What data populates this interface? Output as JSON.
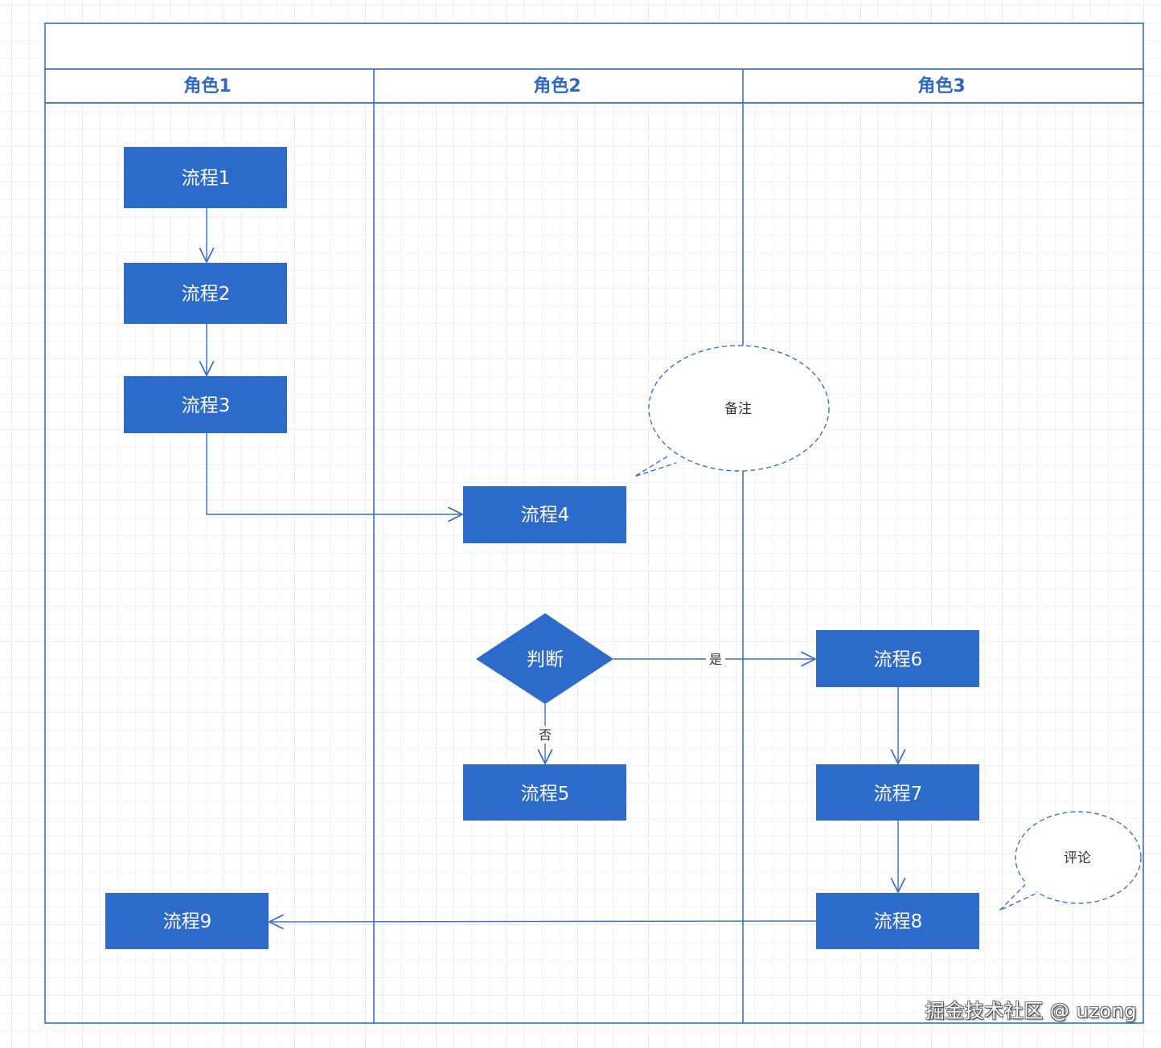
{
  "diagram": {
    "type": "swimlane-flowchart",
    "title": "",
    "colors": {
      "box_fill": "#2D6BCB",
      "line": "#3A6FC8",
      "lane_title": "#2F67C4",
      "note_border": "#3A6FC8"
    },
    "lanes": [
      {
        "id": "lane1",
        "title": "角色1"
      },
      {
        "id": "lane2",
        "title": "角色2"
      },
      {
        "id": "lane3",
        "title": "角色3"
      }
    ],
    "nodes": [
      {
        "id": "p1",
        "type": "process",
        "lane": "lane1",
        "label": "流程1"
      },
      {
        "id": "p2",
        "type": "process",
        "lane": "lane1",
        "label": "流程2"
      },
      {
        "id": "p3",
        "type": "process",
        "lane": "lane1",
        "label": "流程3"
      },
      {
        "id": "p4",
        "type": "process",
        "lane": "lane2",
        "label": "流程4"
      },
      {
        "id": "d1",
        "type": "decision",
        "lane": "lane2",
        "label": "判断"
      },
      {
        "id": "p5",
        "type": "process",
        "lane": "lane2",
        "label": "流程5"
      },
      {
        "id": "p6",
        "type": "process",
        "lane": "lane3",
        "label": "流程6"
      },
      {
        "id": "p7",
        "type": "process",
        "lane": "lane3",
        "label": "流程7"
      },
      {
        "id": "p8",
        "type": "process",
        "lane": "lane3",
        "label": "流程8"
      },
      {
        "id": "p9",
        "type": "process",
        "lane": "lane1",
        "label": "流程9"
      }
    ],
    "edges": [
      {
        "from": "p1",
        "to": "p2",
        "label": ""
      },
      {
        "from": "p2",
        "to": "p3",
        "label": ""
      },
      {
        "from": "p3",
        "to": "p4",
        "label": ""
      },
      {
        "from": "d1",
        "to": "p6",
        "label": "是"
      },
      {
        "from": "d1",
        "to": "p5",
        "label": "否"
      },
      {
        "from": "p6",
        "to": "p7",
        "label": ""
      },
      {
        "from": "p7",
        "to": "p8",
        "label": ""
      },
      {
        "from": "p8",
        "to": "p9",
        "label": ""
      }
    ],
    "notes": [
      {
        "id": "note1",
        "label": "备注",
        "attached_to": "p4"
      },
      {
        "id": "note2",
        "label": "评论",
        "attached_to": "p8"
      }
    ]
  },
  "watermark": "掘金技术社区 @ uzong"
}
